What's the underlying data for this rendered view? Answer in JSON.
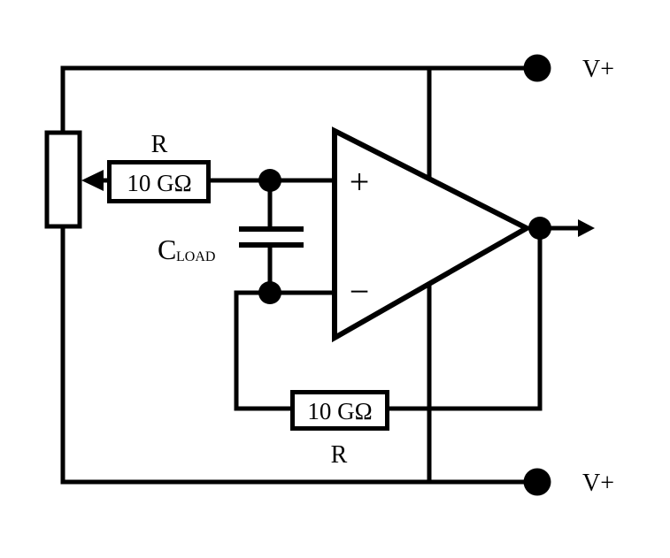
{
  "diagram": {
    "type": "circuit-schematic",
    "description_visible_elements": "op-amp buffer with potentiometer input, series resistor, load capacitor and feedback resistor",
    "colors": {
      "line": "#000000",
      "background": "#ffffff"
    },
    "opamp": {
      "noninverting_label": "+",
      "inverting_label": "−"
    },
    "resistor_input": {
      "label": "R",
      "value": "10 GΩ"
    },
    "resistor_feedback": {
      "label": "R",
      "value": "10 GΩ"
    },
    "capacitor": {
      "symbol": "C",
      "subscript": "LOAD"
    },
    "supply_top": {
      "label": "V+"
    },
    "supply_bottom": {
      "label": "V+"
    }
  }
}
